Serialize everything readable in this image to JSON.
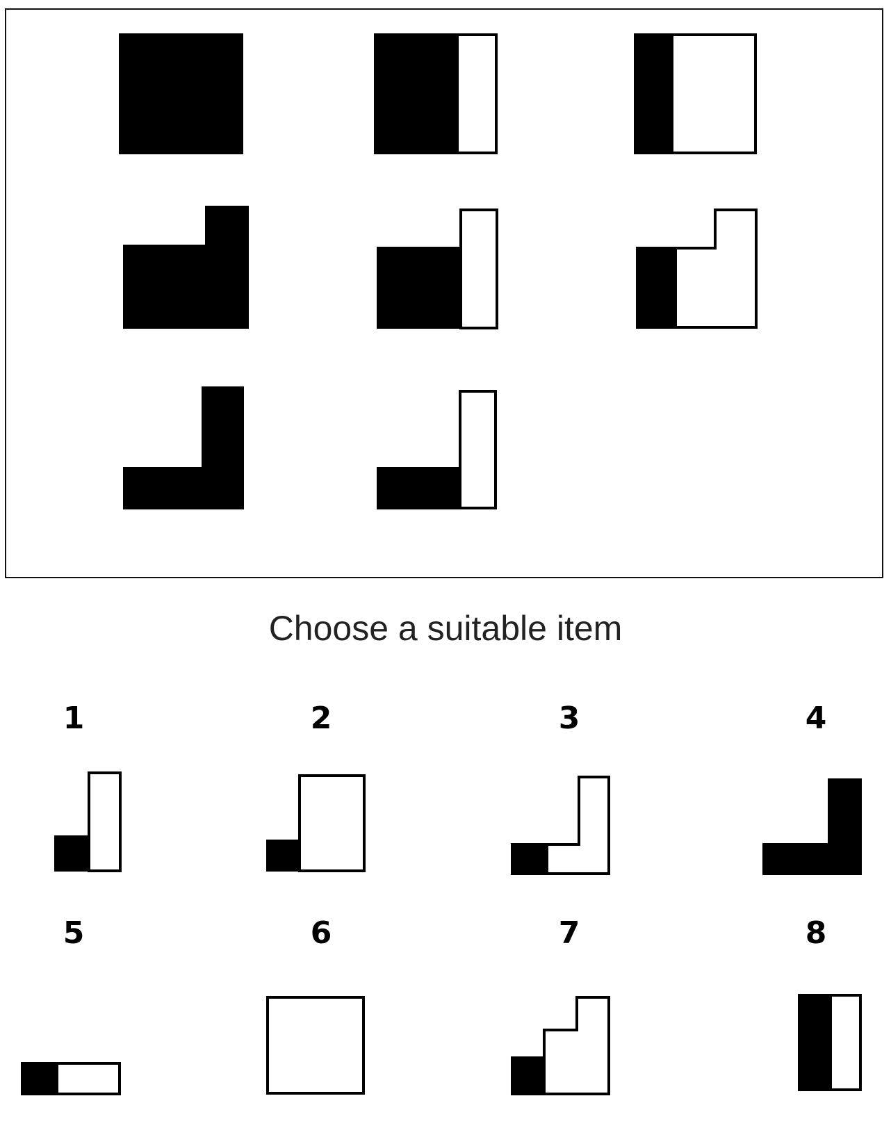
{
  "prompt": "Choose a suitable item",
  "option_numbers": [
    "1",
    "2",
    "3",
    "4",
    "5",
    "6",
    "7",
    "8"
  ],
  "colors": {
    "ink": "#000000",
    "paper": "#ffffff",
    "text": "#222222"
  }
}
